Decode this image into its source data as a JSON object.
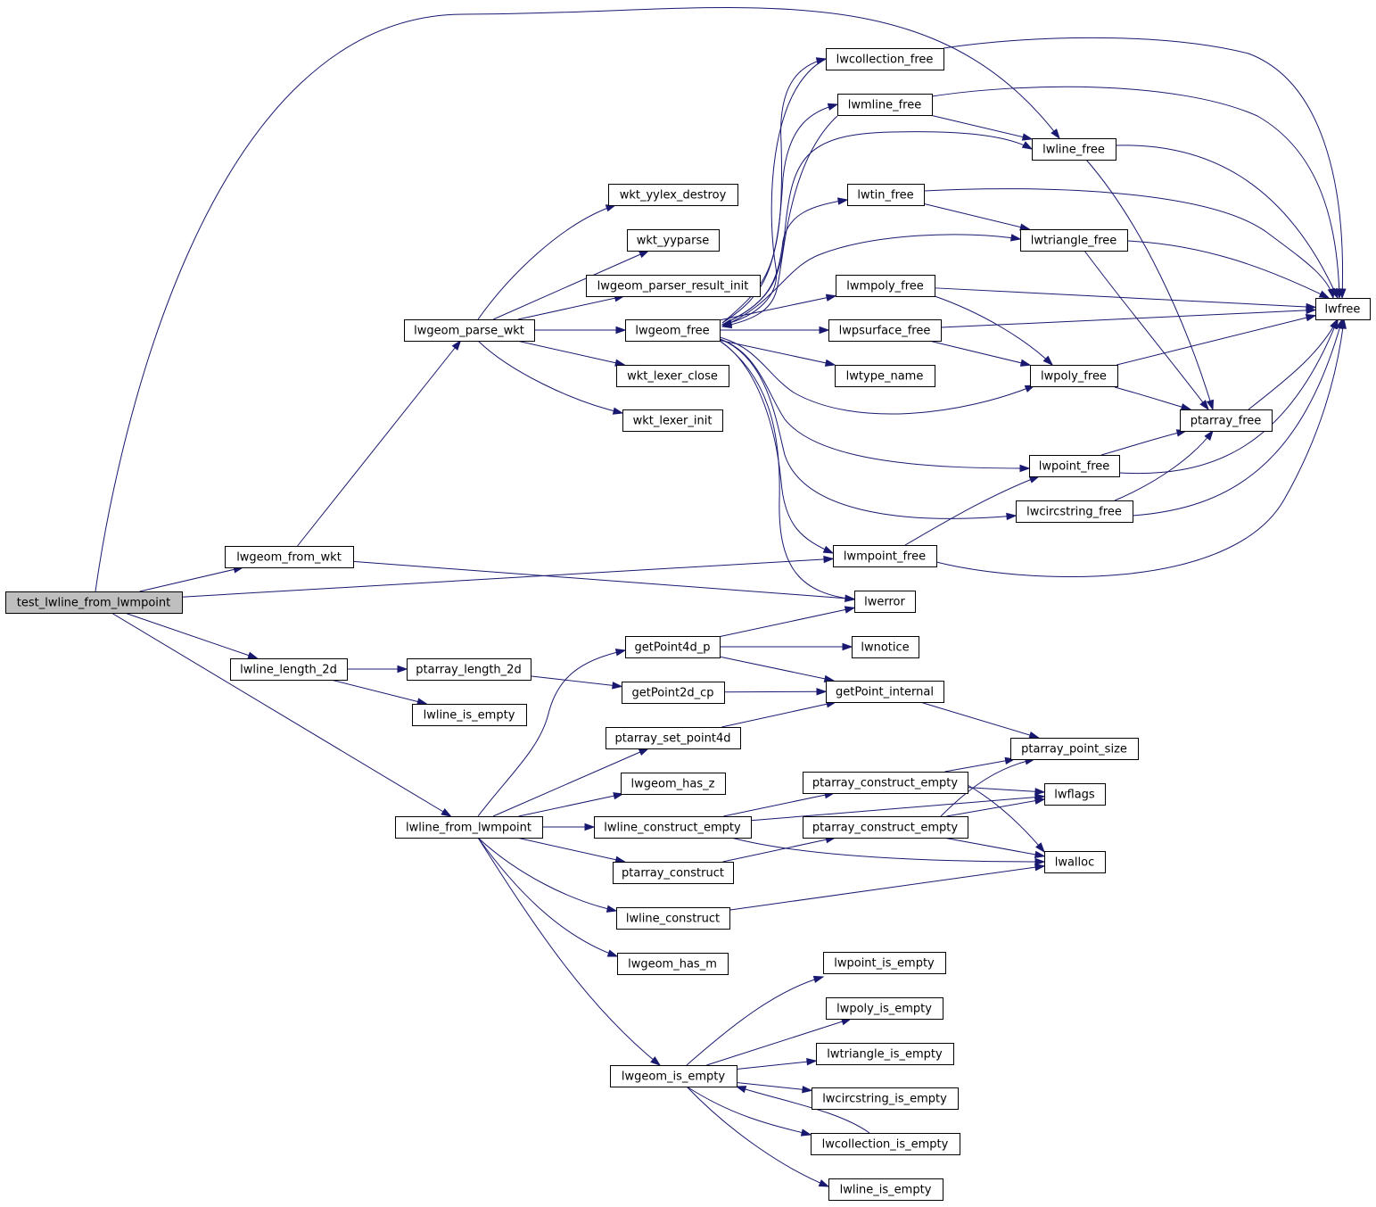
{
  "diagram": {
    "edge_color": "#191970",
    "root_fill": "#bfbfbf",
    "nodes": [
      {
        "id": "test_lwline_from_lwmpoint",
        "label": "test_lwline_from_lwmpoint",
        "root": true
      },
      {
        "id": "lwgeom_from_wkt",
        "label": "lwgeom_from_wkt"
      },
      {
        "id": "lwline_length_2d",
        "label": "lwline_length_2d"
      },
      {
        "id": "lwline_from_lwmpoint",
        "label": "lwline_from_lwmpoint"
      },
      {
        "id": "lwgeom_parse_wkt",
        "label": "lwgeom_parse_wkt"
      },
      {
        "id": "ptarray_length_2d",
        "label": "ptarray_length_2d"
      },
      {
        "id": "lwline_is_empty_a",
        "label": "lwline_is_empty"
      },
      {
        "id": "wkt_yylex_destroy",
        "label": "wkt_yylex_destroy"
      },
      {
        "id": "wkt_yyparse",
        "label": "wkt_yyparse"
      },
      {
        "id": "lwgeom_parser_result_init",
        "label": "lwgeom_parser_result_init"
      },
      {
        "id": "lwgeom_free",
        "label": "lwgeom_free"
      },
      {
        "id": "wkt_lexer_close",
        "label": "wkt_lexer_close"
      },
      {
        "id": "wkt_lexer_init",
        "label": "wkt_lexer_init"
      },
      {
        "id": "getPoint4d_p",
        "label": "getPoint4d_p"
      },
      {
        "id": "getPoint2d_cp",
        "label": "getPoint2d_cp"
      },
      {
        "id": "ptarray_set_point4d",
        "label": "ptarray_set_point4d"
      },
      {
        "id": "lwgeom_has_z",
        "label": "lwgeom_has_z"
      },
      {
        "id": "lwline_construct_empty",
        "label": "lwline_construct_empty"
      },
      {
        "id": "ptarray_construct",
        "label": "ptarray_construct"
      },
      {
        "id": "lwline_construct",
        "label": "lwline_construct"
      },
      {
        "id": "lwgeom_has_m",
        "label": "lwgeom_has_m"
      },
      {
        "id": "lwgeom_is_empty",
        "label": "lwgeom_is_empty"
      },
      {
        "id": "lwcollection_free",
        "label": "lwcollection_free"
      },
      {
        "id": "lwmline_free",
        "label": "lwmline_free"
      },
      {
        "id": "lwtin_free",
        "label": "lwtin_free"
      },
      {
        "id": "lwmpoly_free",
        "label": "lwmpoly_free"
      },
      {
        "id": "lwpsurface_free",
        "label": "lwpsurface_free"
      },
      {
        "id": "lwtype_name",
        "label": "lwtype_name"
      },
      {
        "id": "lwmpoint_free",
        "label": "lwmpoint_free"
      },
      {
        "id": "lwerror",
        "label": "lwerror"
      },
      {
        "id": "lwnotice",
        "label": "lwnotice"
      },
      {
        "id": "getPoint_internal",
        "label": "getPoint_internal"
      },
      {
        "id": "ptarray_construct_empty_1",
        "label": "ptarray_construct_empty"
      },
      {
        "id": "ptarray_construct_empty_2",
        "label": "ptarray_construct_empty"
      },
      {
        "id": "lwpoint_is_empty",
        "label": "lwpoint_is_empty"
      },
      {
        "id": "lwpoly_is_empty",
        "label": "lwpoly_is_empty"
      },
      {
        "id": "lwtriangle_is_empty",
        "label": "lwtriangle_is_empty"
      },
      {
        "id": "lwcircstring_is_empty",
        "label": "lwcircstring_is_empty"
      },
      {
        "id": "lwcollection_is_empty",
        "label": "lwcollection_is_empty"
      },
      {
        "id": "lwline_is_empty_b",
        "label": "lwline_is_empty"
      },
      {
        "id": "lwline_free",
        "label": "lwline_free"
      },
      {
        "id": "lwtriangle_free",
        "label": "lwtriangle_free"
      },
      {
        "id": "lwpoly_free",
        "label": "lwpoly_free"
      },
      {
        "id": "lwpoint_free",
        "label": "lwpoint_free"
      },
      {
        "id": "lwcircstring_free",
        "label": "lwcircstring_free"
      },
      {
        "id": "ptarray_point_size",
        "label": "ptarray_point_size"
      },
      {
        "id": "lwflags",
        "label": "lwflags"
      },
      {
        "id": "lwalloc",
        "label": "lwalloc"
      },
      {
        "id": "ptarray_free",
        "label": "ptarray_free"
      },
      {
        "id": "lwfree",
        "label": "lwfree"
      }
    ],
    "edges": [
      [
        "test_lwline_from_lwmpoint",
        "lwline_free"
      ],
      [
        "test_lwline_from_lwmpoint",
        "lwgeom_from_wkt"
      ],
      [
        "test_lwline_from_lwmpoint",
        "lwmpoint_free"
      ],
      [
        "test_lwline_from_lwmpoint",
        "lwline_length_2d"
      ],
      [
        "test_lwline_from_lwmpoint",
        "lwline_from_lwmpoint"
      ],
      [
        "lwgeom_from_wkt",
        "lwgeom_parse_wkt"
      ],
      [
        "lwgeom_from_wkt",
        "lwerror"
      ],
      [
        "lwgeom_parse_wkt",
        "wkt_yylex_destroy"
      ],
      [
        "lwgeom_parse_wkt",
        "wkt_yyparse"
      ],
      [
        "lwgeom_parse_wkt",
        "lwgeom_parser_result_init"
      ],
      [
        "lwgeom_parse_wkt",
        "lwgeom_free"
      ],
      [
        "lwgeom_parse_wkt",
        "wkt_lexer_close"
      ],
      [
        "lwgeom_parse_wkt",
        "wkt_lexer_init"
      ],
      [
        "lwgeom_free",
        "lwcollection_free"
      ],
      [
        "lwgeom_free",
        "lwmline_free"
      ],
      [
        "lwgeom_free",
        "lwline_free"
      ],
      [
        "lwgeom_free",
        "lwtin_free"
      ],
      [
        "lwgeom_free",
        "lwtriangle_free"
      ],
      [
        "lwgeom_free",
        "lwmpoly_free"
      ],
      [
        "lwgeom_free",
        "lwpsurface_free"
      ],
      [
        "lwgeom_free",
        "lwtype_name"
      ],
      [
        "lwgeom_free",
        "lwpoly_free"
      ],
      [
        "lwgeom_free",
        "lwpoint_free"
      ],
      [
        "lwgeom_free",
        "lwcircstring_free"
      ],
      [
        "lwgeom_free",
        "lwmpoint_free"
      ],
      [
        "lwgeom_free",
        "lwerror"
      ],
      [
        "lwcollection_free",
        "lwgeom_free"
      ],
      [
        "lwcollection_free",
        "lwfree"
      ],
      [
        "lwmline_free",
        "lwgeom_free"
      ],
      [
        "lwmline_free",
        "lwline_free"
      ],
      [
        "lwmline_free",
        "lwfree"
      ],
      [
        "lwtin_free",
        "lwtriangle_free"
      ],
      [
        "lwtin_free",
        "lwfree"
      ],
      [
        "lwmpoly_free",
        "lwpoly_free"
      ],
      [
        "lwmpoly_free",
        "lwfree"
      ],
      [
        "lwpsurface_free",
        "lwpoly_free"
      ],
      [
        "lwpsurface_free",
        "lwfree"
      ],
      [
        "lwmpoint_free",
        "lwpoint_free"
      ],
      [
        "lwmpoint_free",
        "lwfree"
      ],
      [
        "lwline_free",
        "ptarray_free"
      ],
      [
        "lwline_free",
        "lwfree"
      ],
      [
        "lwtriangle_free",
        "ptarray_free"
      ],
      [
        "lwtriangle_free",
        "lwfree"
      ],
      [
        "lwpoly_free",
        "ptarray_free"
      ],
      [
        "lwpoly_free",
        "lwfree"
      ],
      [
        "lwpoint_free",
        "ptarray_free"
      ],
      [
        "lwpoint_free",
        "lwfree"
      ],
      [
        "lwcircstring_free",
        "ptarray_free"
      ],
      [
        "lwcircstring_free",
        "lwfree"
      ],
      [
        "ptarray_free",
        "lwfree"
      ],
      [
        "lwline_length_2d",
        "ptarray_length_2d"
      ],
      [
        "lwline_length_2d",
        "lwline_is_empty_a"
      ],
      [
        "ptarray_length_2d",
        "getPoint2d_cp"
      ],
      [
        "getPoint2d_cp",
        "getPoint_internal"
      ],
      [
        "lwline_from_lwmpoint",
        "getPoint4d_p"
      ],
      [
        "lwline_from_lwmpoint",
        "ptarray_set_point4d"
      ],
      [
        "lwline_from_lwmpoint",
        "lwgeom_has_z"
      ],
      [
        "lwline_from_lwmpoint",
        "lwline_construct_empty"
      ],
      [
        "lwline_from_lwmpoint",
        "ptarray_construct"
      ],
      [
        "lwline_from_lwmpoint",
        "lwline_construct"
      ],
      [
        "lwline_from_lwmpoint",
        "lwgeom_has_m"
      ],
      [
        "lwline_from_lwmpoint",
        "lwgeom_is_empty"
      ],
      [
        "getPoint4d_p",
        "lwerror"
      ],
      [
        "getPoint4d_p",
        "lwnotice"
      ],
      [
        "getPoint4d_p",
        "getPoint_internal"
      ],
      [
        "ptarray_set_point4d",
        "getPoint_internal"
      ],
      [
        "getPoint_internal",
        "ptarray_point_size"
      ],
      [
        "lwline_construct_empty",
        "ptarray_construct_empty_1"
      ],
      [
        "lwline_construct_empty",
        "lwflags"
      ],
      [
        "lwline_construct_empty",
        "lwalloc"
      ],
      [
        "ptarray_construct_empty_1",
        "ptarray_point_size"
      ],
      [
        "ptarray_construct_empty_1",
        "lwflags"
      ],
      [
        "ptarray_construct_empty_1",
        "lwalloc"
      ],
      [
        "ptarray_construct",
        "ptarray_construct_empty_2"
      ],
      [
        "ptarray_construct_empty_2",
        "ptarray_point_size"
      ],
      [
        "ptarray_construct_empty_2",
        "lwflags"
      ],
      [
        "ptarray_construct_empty_2",
        "lwalloc"
      ],
      [
        "lwline_construct",
        "lwalloc"
      ],
      [
        "lwgeom_is_empty",
        "lwpoint_is_empty"
      ],
      [
        "lwgeom_is_empty",
        "lwpoly_is_empty"
      ],
      [
        "lwgeom_is_empty",
        "lwtriangle_is_empty"
      ],
      [
        "lwgeom_is_empty",
        "lwcircstring_is_empty"
      ],
      [
        "lwgeom_is_empty",
        "lwcollection_is_empty"
      ],
      [
        "lwgeom_is_empty",
        "lwline_is_empty_b"
      ],
      [
        "lwcollection_is_empty",
        "lwgeom_is_empty"
      ]
    ]
  }
}
